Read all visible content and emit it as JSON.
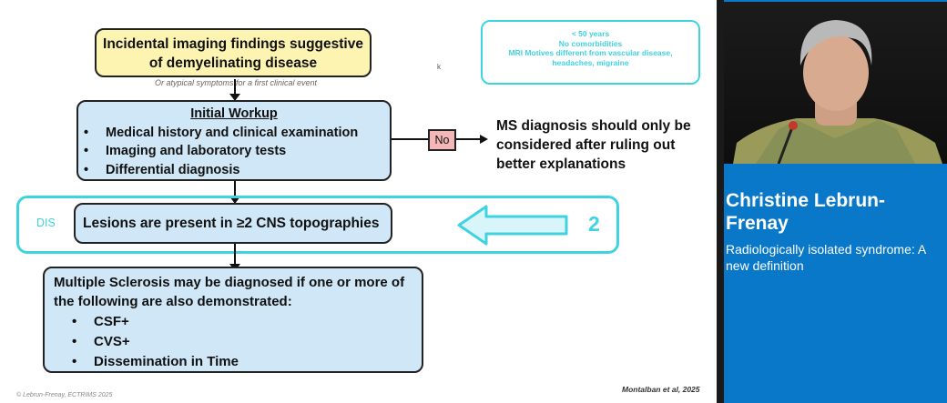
{
  "slide": {
    "box_incidental": "Incidental imaging findings suggestive of demyelinating disease",
    "atypical_note": "Or atypical symptoms for a first clinical event",
    "cursor_mark": "k",
    "cyan_note": {
      "line1": "< 50 years",
      "line2": "No comorbidities",
      "line3": "MRI Motives different from vascular disease,",
      "line4": "headaches, migraine"
    },
    "workup": {
      "title": "Initial Workup",
      "items": [
        "Medical history and clinical examination",
        "Imaging and laboratory tests",
        "Differential diagnosis"
      ]
    },
    "no_label": "No",
    "ms_note": "MS diagnosis should only be considered after ruling out better explanations",
    "dis_label": "DIS",
    "lesions_text": "Lesions are present in ≥2  CNS topographies",
    "number_label": "2",
    "ms_box": {
      "title": "Multiple Sclerosis may be diagnosed if one or more of the following are also demonstrated:",
      "items": [
        "CSF+",
        "CVS+",
        "Dissemination in Time"
      ]
    },
    "footer_left": "© Lebrun-Frenay, ECTRIMS 2025",
    "citation": "Montalban et al, 2025"
  },
  "speaker": {
    "name": "Christine Lebrun-Frenay",
    "talk_title": "Radiologically isolated syndrome: A new definition"
  },
  "colors": {
    "cyan": "#3fd3e0",
    "panel_blue": "#0a78c8",
    "yellow_box": "#fdf4b2",
    "blue_box": "#cfe7f7",
    "no_box": "#f3b7b7"
  }
}
